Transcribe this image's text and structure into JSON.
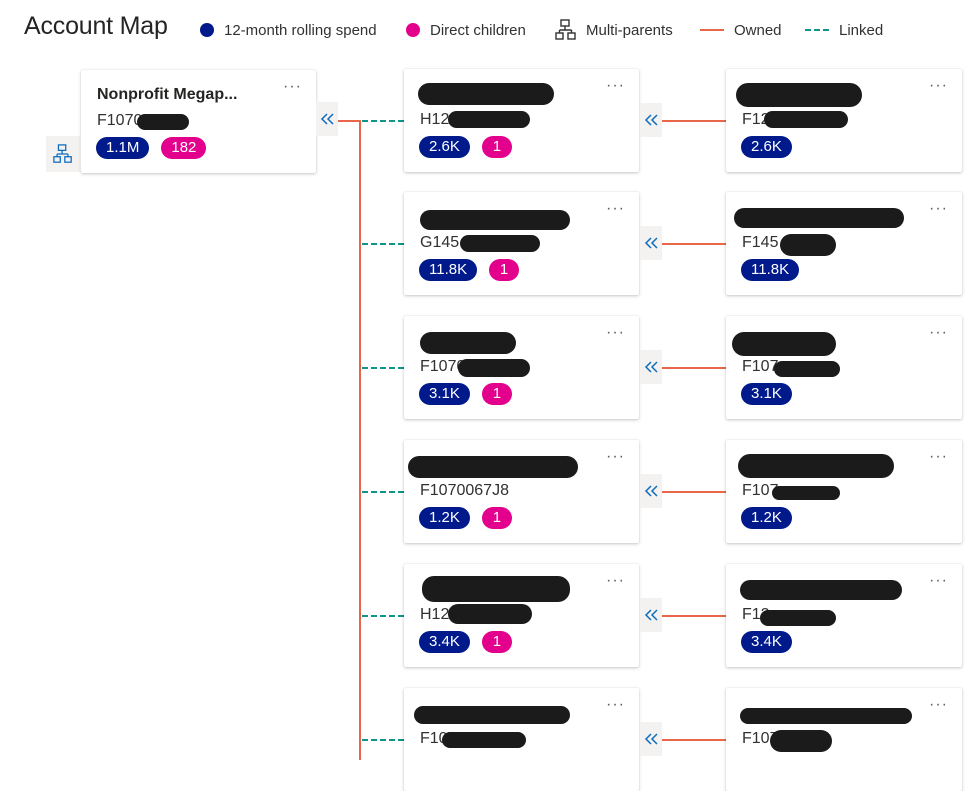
{
  "title": "Account Map",
  "legend": {
    "spend": "12-month rolling spend",
    "children": "Direct children",
    "multi_parents": "Multi-parents",
    "owned": "Owned",
    "linked": "Linked"
  },
  "colors": {
    "spend": "#001a8c",
    "children": "#e3008c",
    "owned": "#e8674a",
    "linked": "#0e9488"
  },
  "root": {
    "name": "Nonprofit Megap...",
    "code": "F1070",
    "spend": "1.1M",
    "children": "182",
    "more": "···"
  },
  "middle": [
    {
      "code": "H12",
      "spend": "2.6K",
      "children": "1",
      "more": "···"
    },
    {
      "code": "G145",
      "spend": "11.8K",
      "children": "1",
      "more": "···"
    },
    {
      "code": "F1070",
      "spend": "3.1K",
      "children": "1",
      "more": "···"
    },
    {
      "code": "F1070067J8",
      "spend": "1.2K",
      "children": "1",
      "more": "···"
    },
    {
      "code": "H12",
      "spend": "3.4K",
      "children": "1",
      "more": "···"
    },
    {
      "code": "F107",
      "more": "···"
    }
  ],
  "right": [
    {
      "code": "F12",
      "spend": "2.6K",
      "more": "···"
    },
    {
      "code": "F145",
      "spend": "11.8K",
      "more": "···"
    },
    {
      "code": "F107",
      "spend": "3.1K",
      "more": "···"
    },
    {
      "code": "F107",
      "spend": "1.2K",
      "more": "···"
    },
    {
      "code": "F12",
      "spend": "3.4K",
      "more": "···"
    },
    {
      "code": "F107",
      "more": "···"
    }
  ],
  "icons": {
    "collapse": "chevron-double-left-icon",
    "hierarchy": "hierarchy-icon"
  }
}
